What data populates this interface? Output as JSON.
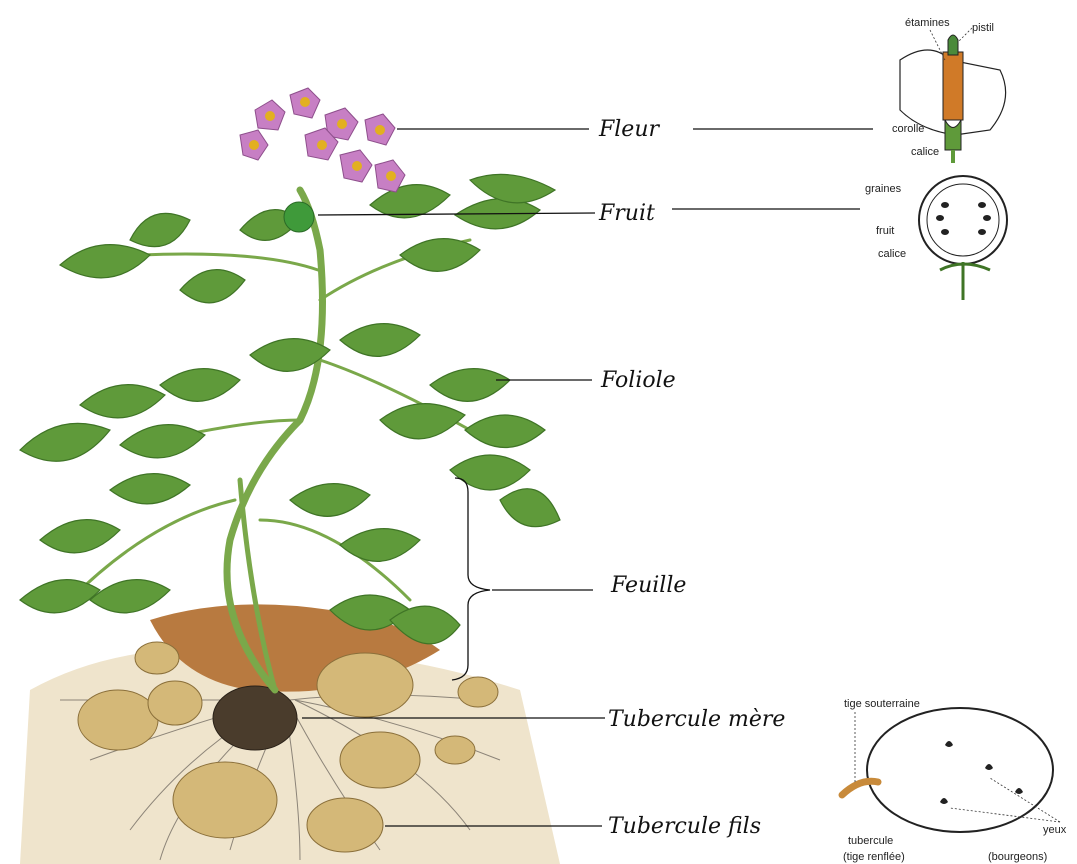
{
  "labels": {
    "fleur": "Fleur",
    "fruit": "Fruit",
    "foliole": "Foliole",
    "feuille": "Feuille",
    "tubercule_mere": "Tubercule mère",
    "tubercule_fils": "Tubercule fils"
  },
  "flower_inset": {
    "etamines": "étamines",
    "pistil": "pistil",
    "corolle": "corolle",
    "calice": "calice"
  },
  "fruit_inset": {
    "graines": "graines",
    "fruit": "fruit",
    "calice": "calice"
  },
  "tuber_inset": {
    "tige_souterraine": "tige souterraine",
    "tubercule": "tubercule",
    "tige_renflee": "(tige renflée)",
    "yeux": "yeux",
    "bourgeons": "(bourgeons)"
  },
  "colors": {
    "leaf": "#5f9a3a",
    "leaf_dark": "#3f7426",
    "stem": "#7aa84a",
    "flower": "#c77fc4",
    "flower_center": "#e2b020",
    "fruit": "#3f9a3a",
    "soil": "#b8763a",
    "sand": "#e9dcc0",
    "tuber": "#d4b878",
    "tuber_dark": "#4a3c2c",
    "root": "#8c8478"
  }
}
